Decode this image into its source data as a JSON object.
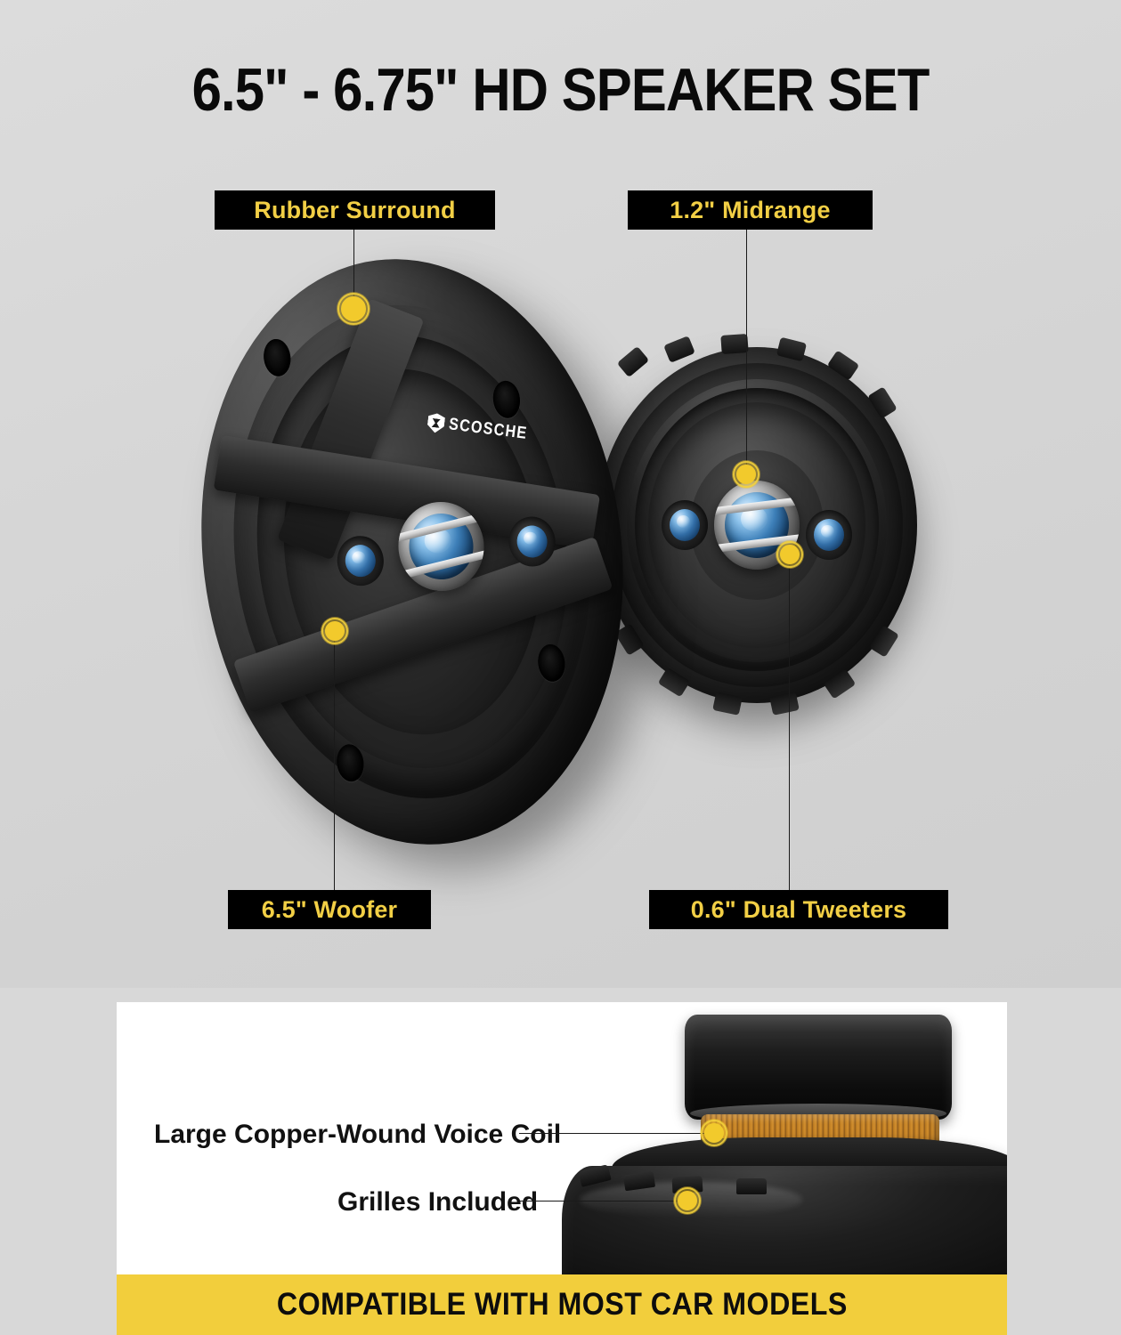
{
  "header": {
    "title": "6.5\" - 6.75\" HD SPEAKER SET"
  },
  "colors": {
    "background": "#d6d6d6",
    "accent_yellow": "#f2ce3c",
    "label_text_yellow": "#f2cf45",
    "label_background": "#000000",
    "card_background": "#ffffff",
    "text_dark": "#0d0d0d"
  },
  "brand": {
    "name": "SCOSCHE",
    "logo_icon": "scosche-shield-icon"
  },
  "callouts": [
    {
      "id": "rubber-surround",
      "label": "Rubber Surround",
      "position": "top-left"
    },
    {
      "id": "midrange",
      "label": "1.2\" Midrange",
      "position": "top-right"
    },
    {
      "id": "woofer",
      "label": "6.5\" Woofer",
      "position": "bottom-left"
    },
    {
      "id": "dual-tweeters",
      "label": "0.6\" Dual Tweeters",
      "position": "bottom-right"
    }
  ],
  "card": {
    "features": [
      {
        "id": "voice-coil",
        "label": "Large Copper-Wound Voice Coil"
      },
      {
        "id": "grilles",
        "label": "Grilles Included"
      }
    ]
  },
  "footer": {
    "text": "COMPATIBLE WITH MOST CAR MODELS"
  }
}
